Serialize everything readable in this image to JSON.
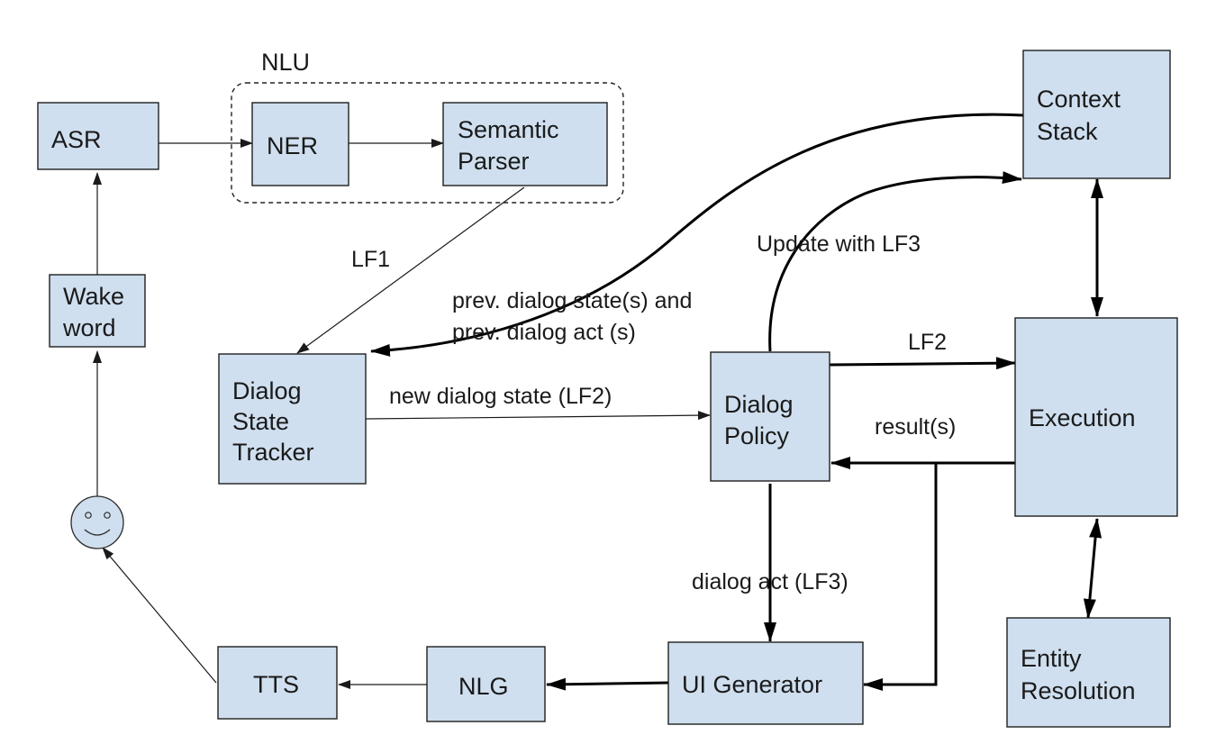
{
  "nlu_group": {
    "label": "NLU"
  },
  "nodes": {
    "asr": [
      "ASR"
    ],
    "ner": [
      "NER"
    ],
    "semantic_parser": [
      "Semantic",
      "Parser"
    ],
    "context_stack": [
      "Context",
      "Stack"
    ],
    "wake_word": [
      "Wake",
      "word"
    ],
    "dialog_state_tracker": [
      "Dialog",
      "State",
      "Tracker"
    ],
    "dialog_policy": [
      "Dialog",
      "Policy"
    ],
    "execution": [
      "Execution"
    ],
    "tts": [
      "TTS"
    ],
    "nlg": [
      "NLG"
    ],
    "ui_generator": [
      "UI Generator"
    ],
    "entity_resolution": [
      "Entity",
      "Resolution"
    ]
  },
  "user_icon": "smiley-face-icon",
  "edges": {
    "lf1": "LF1",
    "prev_state_line1": "prev. dialog state(s) and",
    "prev_state_line2": "prev. dialog act (s)",
    "update_with_lf3": "Update with LF3",
    "lf2": "LF2",
    "new_dialog_state": "new dialog state (LF2)",
    "results": "result(s)",
    "dialog_act": "dialog act (LF3)"
  }
}
